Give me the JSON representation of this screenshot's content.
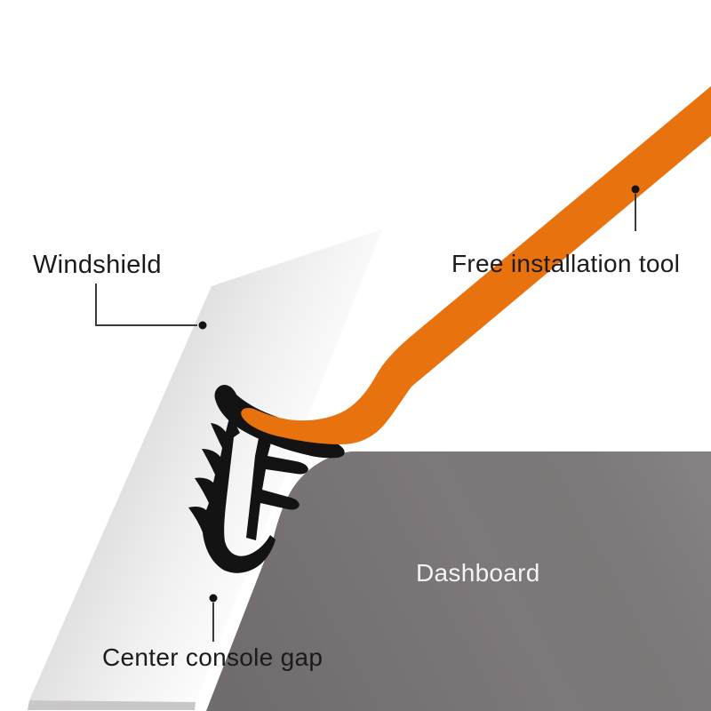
{
  "labels": {
    "windshield": "Windshield",
    "installation_tool": "Free installation tool",
    "dashboard": "Dashboard",
    "center_console_gap": "Center console gap"
  },
  "colors": {
    "background": "#FFFFFF",
    "tool_orange": "#E8720D",
    "dashboard_gray": "#7D7879",
    "seal_black": "#131313",
    "windshield_gray": "#E1E0E0",
    "windshield_bottom_edge": "#C9C7C7",
    "label_text": "#1B1B1B",
    "dashboard_label_text": "#F5F4F4",
    "leader_line": "#3A3A3A",
    "leader_dot": "#141414"
  }
}
